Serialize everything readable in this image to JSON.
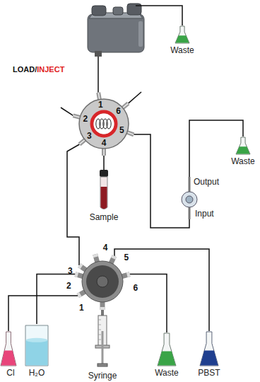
{
  "diagram": {
    "nodes": [
      {
        "text": [
          "Waste"
        ]
      },
      {
        "text": [
          "Sample"
        ]
      },
      {
        "text": [
          "Output",
          "Input"
        ]
      },
      {
        "text": [
          "Waste"
        ]
      },
      {
        "text": [
          "Cl"
        ]
      },
      {
        "text": [
          "H₂O"
        ]
      },
      {
        "text": [
          "Syringe"
        ]
      },
      {
        "text": [
          "Waste"
        ]
      },
      {
        "text": [
          "PBST"
        ]
      }
    ],
    "edges": [
      {
        "from": 2,
        "to": 3,
        "arrow": "none"
      }
    ],
    "labels": [
      "LOAD/",
      "INJECT",
      "1",
      "6",
      "2",
      "5",
      "3",
      "4",
      "3",
      "4",
      "5",
      "2",
      "6",
      "1"
    ]
  }
}
